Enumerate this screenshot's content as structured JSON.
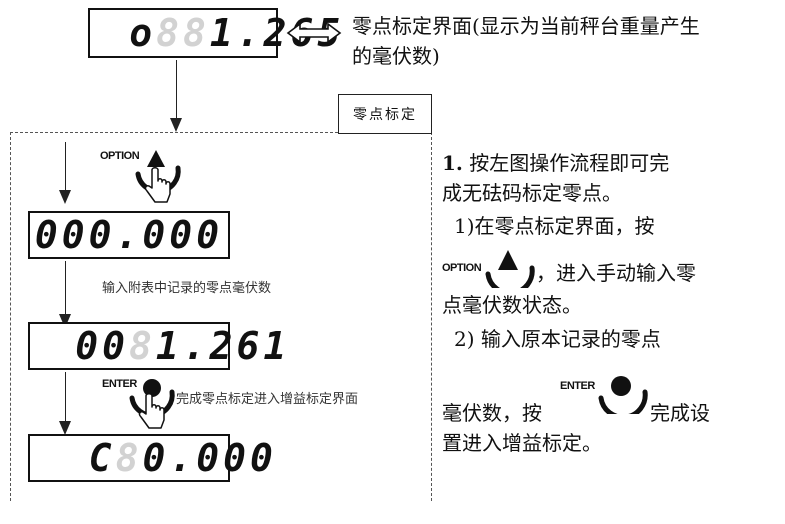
{
  "displays": {
    "zero_screen": {
      "prefix": "o",
      "ghost": "88",
      "value": "1.265"
    },
    "input_screen": {
      "value": "000.000"
    },
    "entered_screen": {
      "main": "00",
      "ghost": "8",
      "value": "1.261"
    },
    "gain_screen": {
      "prefix": "C",
      "ghost": "8",
      "value": "0.000"
    }
  },
  "top_caption": {
    "line1": "零点标定界面(显示为当前秤台重量产生",
    "line2": "的毫伏数)"
  },
  "section_tag": "零点标定",
  "buttons": {
    "option_label": "OPTION",
    "enter_label": "ENTER"
  },
  "notes": {
    "input_hint": "输入附表中记录的零点毫伏数",
    "enter_hint": "完成零点标定进入增益标定界面"
  },
  "instructions": {
    "item1_number": "1.",
    "item1_text_a": "按左图操作流程即可完",
    "item1_text_b": "成无砝码标定零点。",
    "step1_a": "1)在零点标定界面，按",
    "step1_b": "，进入手动输入零",
    "step1_c": "点毫伏数状态。",
    "step2_a": "2) 输入原本记录的零点",
    "step2_b": "毫伏数，按",
    "step2_c": "完成设",
    "step2_d": "置进入增益标定。"
  }
}
